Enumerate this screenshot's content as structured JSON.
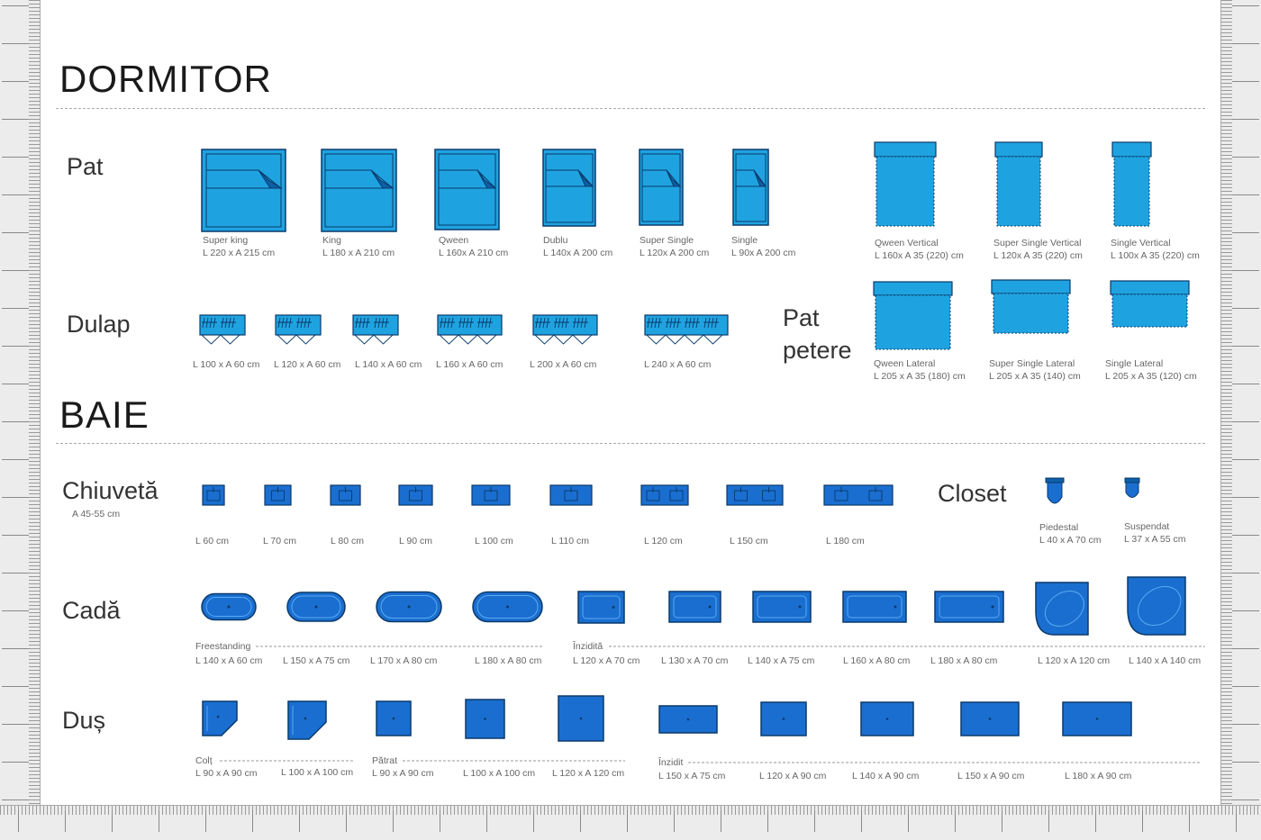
{
  "sections": {
    "dormitor": "DORMITOR",
    "baie": "BAIE"
  },
  "categories": {
    "pat": "Pat",
    "dulap": "Dulap",
    "pat_petere_1": "Pat",
    "pat_petere_2": "petere",
    "chiuveta": "Chiuvetă",
    "chiuveta_sub": "A 45-55 cm",
    "closet": "Closet",
    "cada": "Cadă",
    "dus": "Duș"
  },
  "pat_items": [
    {
      "name": "Super king",
      "size": "L 220 x A 215 cm"
    },
    {
      "name": "King",
      "size": "L 180 x A 210 cm"
    },
    {
      "name": "Qween",
      "size": "L 160x A 210 cm"
    },
    {
      "name": "Dublu",
      "size": "L 140x A 200 cm"
    },
    {
      "name": "Super Single",
      "size": "L 120x A 200 cm"
    },
    {
      "name": "Single",
      "size": "L 90x A 200 cm"
    }
  ],
  "vertical_items": [
    {
      "name": "Qween Vertical",
      "size": "L 160x A 35 (220) cm"
    },
    {
      "name": "Super Single Vertical",
      "size": "L 120x A 35 (220) cm"
    },
    {
      "name": "Single Vertical",
      "size": "L 100x A 35 (220) cm"
    }
  ],
  "lateral_items": [
    {
      "name": "Qween Lateral",
      "size": "L 205 x A 35 (180) cm"
    },
    {
      "name": "Super Single Lateral",
      "size": "L 205 x A 35 (140) cm"
    },
    {
      "name": "Single Lateral",
      "size": "L 205 x A 35 (120) cm"
    }
  ],
  "dulap_items": [
    "L 100 x A 60 cm",
    "L 120 x A 60 cm",
    "L 140 x A 60 cm",
    "L 160 x A 60 cm",
    "L 200 x A 60 cm",
    "L 240 x A 60 cm"
  ],
  "chiuveta_items": [
    "L 60 cm",
    "L 70 cm",
    "L 80 cm",
    "L 90 cm",
    "L 100 cm",
    "L 110 cm",
    "L 120 cm",
    "L 150 cm",
    "L 180 cm"
  ],
  "closet_items": [
    {
      "name": "Piedestal",
      "size": "L 40 x A 70 cm"
    },
    {
      "name": "Suspendat",
      "size": "L 37 x A 55 cm"
    }
  ],
  "cada_groups": {
    "freestanding": "Freestanding",
    "inzidita": "Înzidită"
  },
  "cada_items": [
    "L 140 x A 60 cm",
    "L 150 x A 75 cm",
    "L 170 x A 80 cm",
    "L 180 x A 80 cm",
    "L 120 x A 70 cm",
    "L 130 x A 70 cm",
    "L 140 x A 75 cm",
    "L 160 x A 80 cm",
    "L 180 x A 80 cm",
    "L 120 x A 120 cm",
    "L 140 x A 140 cm"
  ],
  "dus_groups": {
    "colt": "Colț",
    "patrat": "Pătrat",
    "inzidit": "Înzidit"
  },
  "dus_items": [
    "L 90 x A 90 cm",
    "L 100 x A 100 cm",
    "L 90 x A 90 cm",
    "L 100 x A 100 cm",
    "L 120 x A 120 cm",
    "L 150 x A 75 cm",
    "L 120 x A 90 cm",
    "L 140 x A 90 cm",
    "L 150 x A 90 cm",
    "L 180 x A 90 cm"
  ],
  "colors": {
    "primary": "#1fa3e0",
    "dark": "#0d5fa8",
    "ink": "#1a1a1a",
    "stroke": "#0a3a6a"
  }
}
